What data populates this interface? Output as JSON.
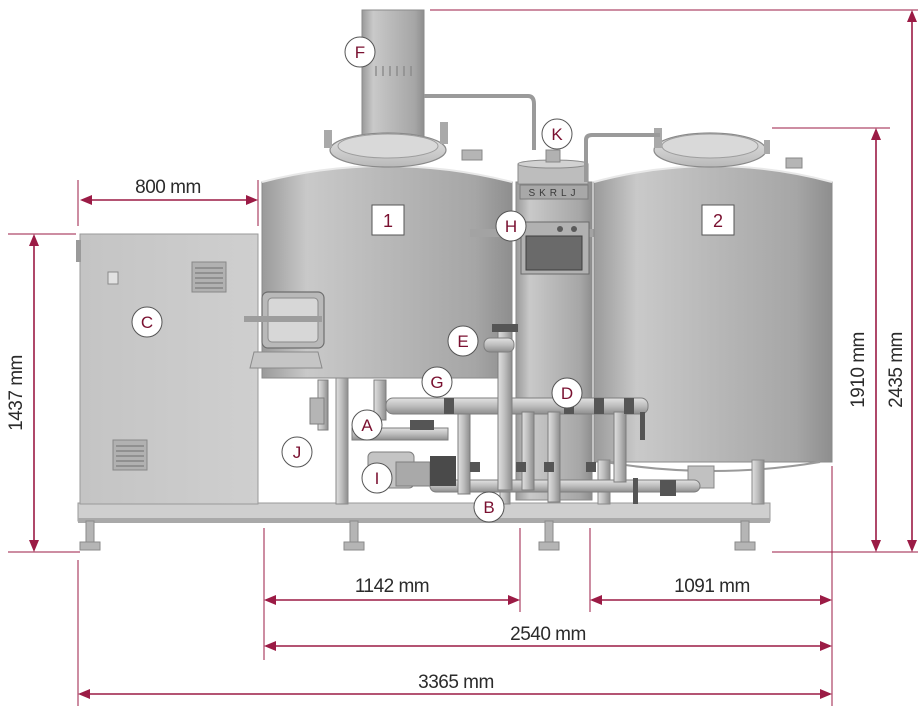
{
  "colors": {
    "dimension": "#9b1b45",
    "callout_text": "#7a1030",
    "steel_light": "#d4d4d4",
    "steel_mid": "#b3b3b3",
    "steel_dark": "#8a8a8a"
  },
  "dimensions": {
    "cabinet_width": "800 mm",
    "cabinet_height": "1437 mm",
    "vessel_height": "1910 mm",
    "overall_height": "2435 mm",
    "tank1_width": "1142 mm",
    "tank2_width": "1091 mm",
    "tanks_width": "2540 mm",
    "overall_width": "3365 mm"
  },
  "callouts": {
    "a": "A",
    "b": "B",
    "c": "C",
    "d": "D",
    "e": "E",
    "f": "F",
    "g": "G",
    "h": "H",
    "i": "I",
    "j": "J",
    "k": "K"
  },
  "tanks": {
    "tank1": "1",
    "tank2": "2"
  },
  "brand": "SKRLJ"
}
